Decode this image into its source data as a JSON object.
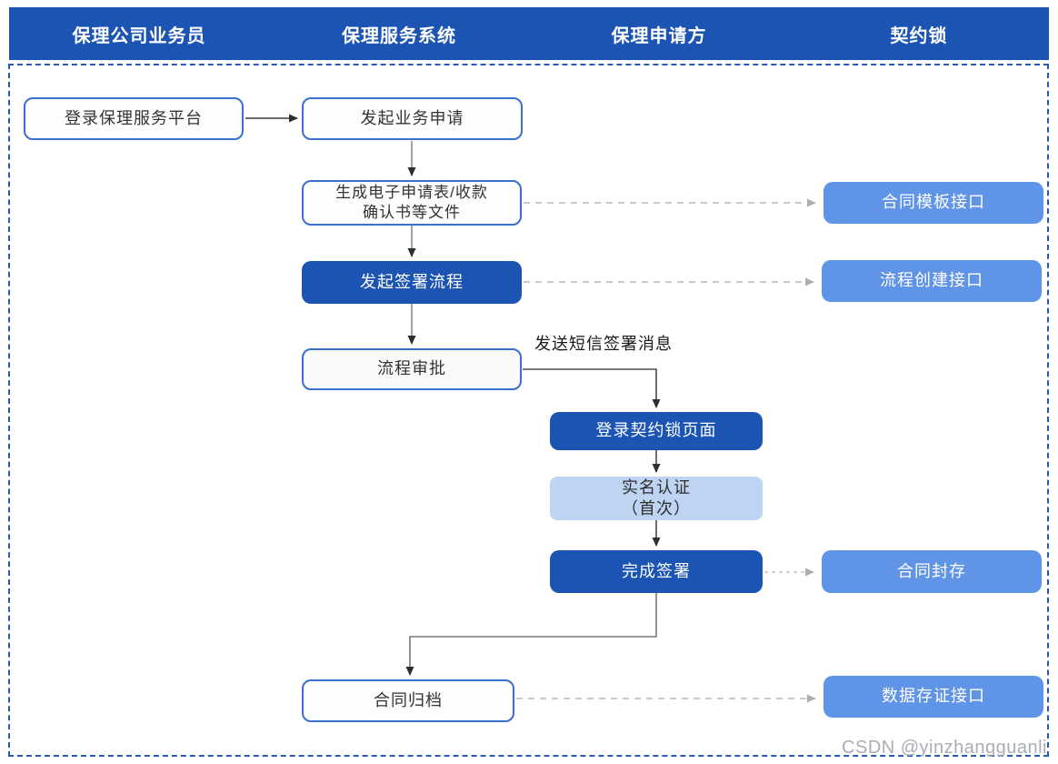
{
  "header": {
    "lanes": [
      {
        "label": "保理公司业务员"
      },
      {
        "label": "保理服务系统"
      },
      {
        "label": "保理申请方"
      },
      {
        "label": "契约锁"
      }
    ]
  },
  "nodes": {
    "login_platform": "登录保理服务平台",
    "start_application": "发起业务申请",
    "generate_docs_line1": "生成电子申请表/收款",
    "generate_docs_line2": "确认书等文件",
    "start_sign_flow": "发起签署流程",
    "flow_approval": "流程审批",
    "login_qiyuesuo": "登录契约锁页面",
    "real_name_line1": "实名认证",
    "real_name_line2": "（首次）",
    "complete_sign": "完成签署",
    "contract_archive": "合同归档",
    "template_api": "合同模板接口",
    "flow_create_api": "流程创建接口",
    "contract_seal": "合同封存",
    "data_evidence_api": "数据存证接口"
  },
  "labels": {
    "sms_message": "发送短信签署消息"
  },
  "watermark": "CSDN @yinzhangguanli",
  "colors": {
    "header_blue": "#1b54b3",
    "dark_blue": "#1b54b3",
    "medium_blue": "#6094e6",
    "light_blue": "#bfd4f2",
    "outline_blue": "#3a6fd0"
  }
}
